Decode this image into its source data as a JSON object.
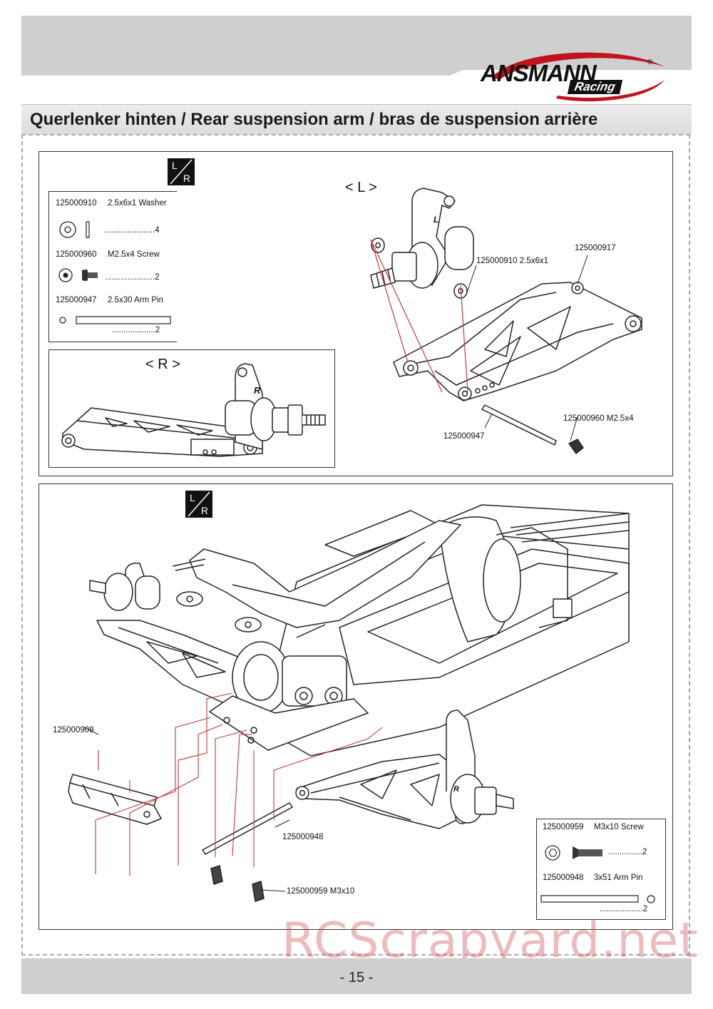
{
  "header": {
    "brand": "ANSMANN",
    "brand_sub": "Racing",
    "registered_mark": "®",
    "title": "Querlenker hinten / Rear suspension arm / bras de suspension arrière"
  },
  "top_panel": {
    "lr_badge": {
      "left": "L",
      "right": "R"
    },
    "view_left_label": "< L >",
    "view_right_label": "< R >",
    "parts_list": [
      {
        "code": "125000910",
        "desc": "2.5x6x1  Washer",
        "qty": "......................4"
      },
      {
        "code": "125000960",
        "desc": "M2.5x4 Screw",
        "qty": "......................2"
      },
      {
        "code": "125000947",
        "desc": "2.5x30 Arm Pin",
        "qty": "...................2"
      }
    ],
    "callouts": {
      "washer": "125000910  2.5x6x1",
      "arm": "125000917",
      "screw": "125000960  M2.5x4",
      "pin": "125000947"
    }
  },
  "bottom_panel": {
    "lr_badge": {
      "left": "L",
      "right": "R"
    },
    "callouts": {
      "mount": "125000909",
      "pin": "125000948",
      "screw": "125000959  M3x10"
    },
    "parts_list": [
      {
        "code": "125000959",
        "desc": "M3x10 Screw",
        "qty": "...............2"
      },
      {
        "code": "125000948",
        "desc": "3x51 Arm Pin",
        "qty": "...................2"
      }
    ]
  },
  "footer": {
    "page_number": "- 15 -",
    "watermark": "RCScrapyard.net"
  }
}
